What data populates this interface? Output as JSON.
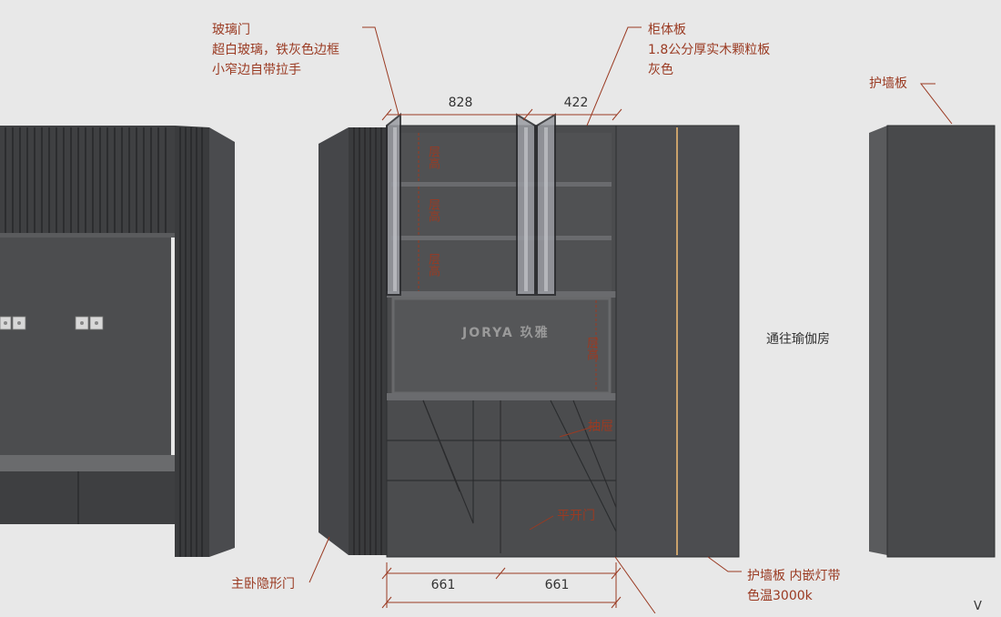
{
  "annotations": {
    "glass_door": [
      "玻璃门",
      "超白玻璃，铁灰色边框",
      "小窄边自带拉手"
    ],
    "cabinet_board": [
      "柜体板",
      "1.8公分厚实木颗粒板",
      "灰色"
    ],
    "wall_panel_right": "护墙板",
    "to_yoga_room": "通往瑜伽房",
    "drawer": "抽屉",
    "swing_door": "平开门",
    "master_bedroom_hidden_door": "主卧隐形门",
    "wall_panel_light": [
      "护墙板 内嵌灯带",
      "色温3000k"
    ],
    "corner_mark": "V"
  },
  "dimensions": {
    "top_width_left": "828",
    "top_width_right": "422",
    "bottom_left": "661",
    "bottom_right": "661"
  },
  "vertical_labels": [
    "层高",
    "层高",
    "层高",
    "层高"
  ],
  "logo": "JORYA 玖雅",
  "colors": {
    "background": "#e8e8e8",
    "cabinet": "#4b4c4e",
    "cabinet_dark": "#3a3b3d",
    "annotation": "#9a3a22",
    "led_strip": "#c9a16a"
  }
}
